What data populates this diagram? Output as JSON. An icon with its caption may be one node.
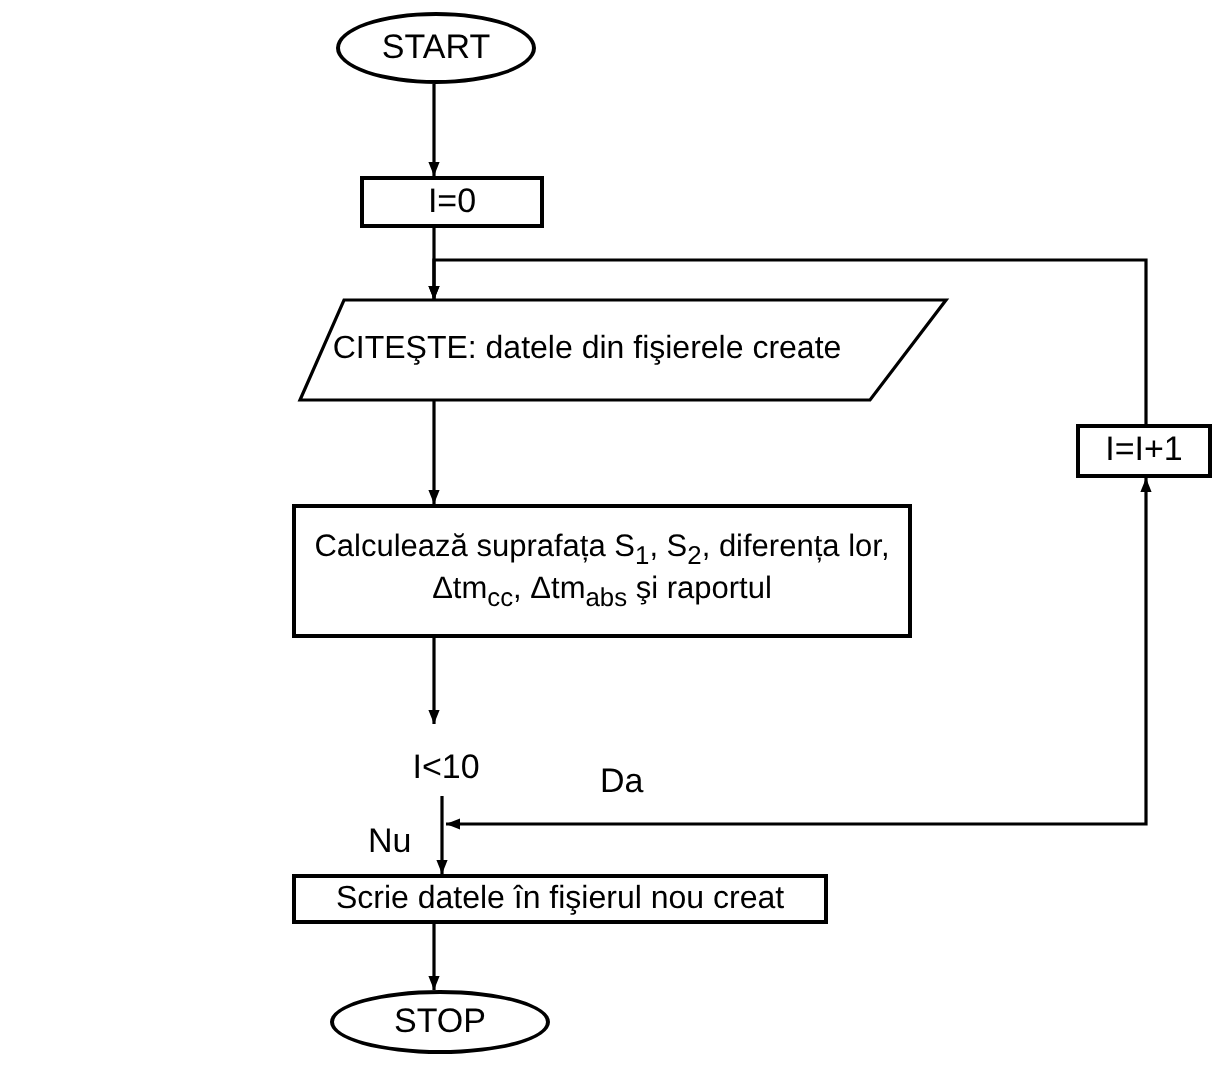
{
  "diagram": {
    "nodes": [
      {
        "text": [
          "START"
        ]
      },
      {
        "text": [
          "I=0"
        ]
      },
      {
        "text": [
          "CITEŞTE: datele din fişierele create"
        ]
      },
      {
        "text": [
          "Calculează suprafața S$_{1}$, S$_{2}$, diferența lor, Δtm$_{cc}$, Δtm$_{abs}$ şi raportul"
        ]
      },
      {
        "text": [
          "I<10"
        ]
      },
      {
        "text": [
          "I=I+1"
        ]
      },
      {
        "text": [
          "Scrie datele în fişierul nou creat"
        ]
      },
      {
        "text": [
          "STOP"
        ]
      }
    ],
    "edges": [
      {
        "from": 0,
        "to": 1,
        "arrow": "to"
      },
      {
        "from": 1,
        "to": 2,
        "arrow": "to"
      },
      {
        "from": 5,
        "to": 2,
        "arrow": "to"
      },
      {
        "from": 2,
        "to": 3,
        "arrow": "to"
      },
      {
        "from": 3,
        "to": 4,
        "arrow": "to"
      },
      {
        "from": 4,
        "to": 6,
        "arrow": "to",
        "label": "Nu"
      },
      {
        "from": 4,
        "to": 5,
        "arrow": "both",
        "label": "Da"
      },
      {
        "from": 6,
        "to": 7,
        "arrow": "to"
      }
    ]
  }
}
